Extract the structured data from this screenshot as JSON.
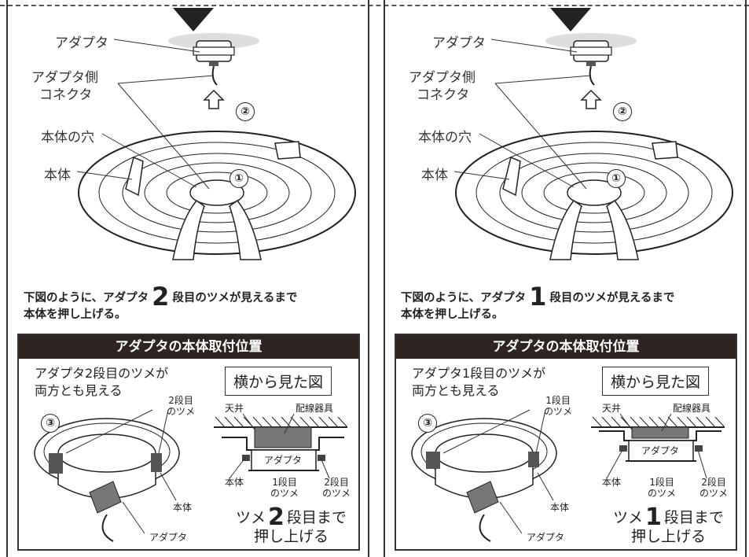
{
  "panels": [
    {
      "labels": {
        "adapter": "アダプタ",
        "adapter_connector_1": "アダプタ側",
        "adapter_connector_2": "コネクタ",
        "body_hole": "本体の穴",
        "body": "本体"
      },
      "step1": "①",
      "step2": "②",
      "step3": "③",
      "instruction": {
        "line1_pre": "下図のように、アダプタ",
        "number": "2",
        "line1_post": "段目のツメが見えるまで",
        "line2": "本体を押し上げる。"
      },
      "box": {
        "title": "アダプタの本体取付位置",
        "text1": "アダプタ2段目のツメが",
        "text2": "両方とも見える",
        "claw_label_1": "2段目",
        "claw_label_2": "のツメ",
        "body_label": "本体",
        "adapter_label": "アダプタ",
        "side_view_title": "横から見た図",
        "ceiling": "天井",
        "fixture": "配線器具",
        "side_adapter": "アダプタ",
        "side_body": "本体",
        "claw1_a": "1段目",
        "claw1_b": "のツメ",
        "claw2_a": "2段目",
        "claw2_b": "のツメ",
        "push_pre": "ツメ",
        "push_num": "2",
        "push_post": "段目まで",
        "push_line2": "押し上げる"
      }
    },
    {
      "labels": {
        "adapter": "アダプタ",
        "adapter_connector_1": "アダプタ側",
        "adapter_connector_2": "コネクタ",
        "body_hole": "本体の穴",
        "body": "本体"
      },
      "step1": "①",
      "step2": "②",
      "step3": "③",
      "instruction": {
        "line1_pre": "下図のように、アダプタ",
        "number": "1",
        "line1_post": "段目のツメが見えるまで",
        "line2": "本体を押し上げる。"
      },
      "box": {
        "title": "アダプタの本体取付位置",
        "text1": "アダプタ1段目のツメが",
        "text2": "両方とも見える",
        "claw_label_1": "1段目",
        "claw_label_2": "のツメ",
        "body_label": "本体",
        "adapter_label": "アダプタ",
        "side_view_title": "横から見た図",
        "ceiling": "天井",
        "fixture": "配線器具",
        "side_adapter": "アダプタ",
        "side_body": "本体",
        "claw1_a": "1段目",
        "claw1_b": "のツメ",
        "claw2_a": "2段目",
        "claw2_b": "のツメ",
        "push_pre": "ツメ",
        "push_num": "1",
        "push_post": "段目まで",
        "push_line2": "押し上げる"
      }
    }
  ]
}
